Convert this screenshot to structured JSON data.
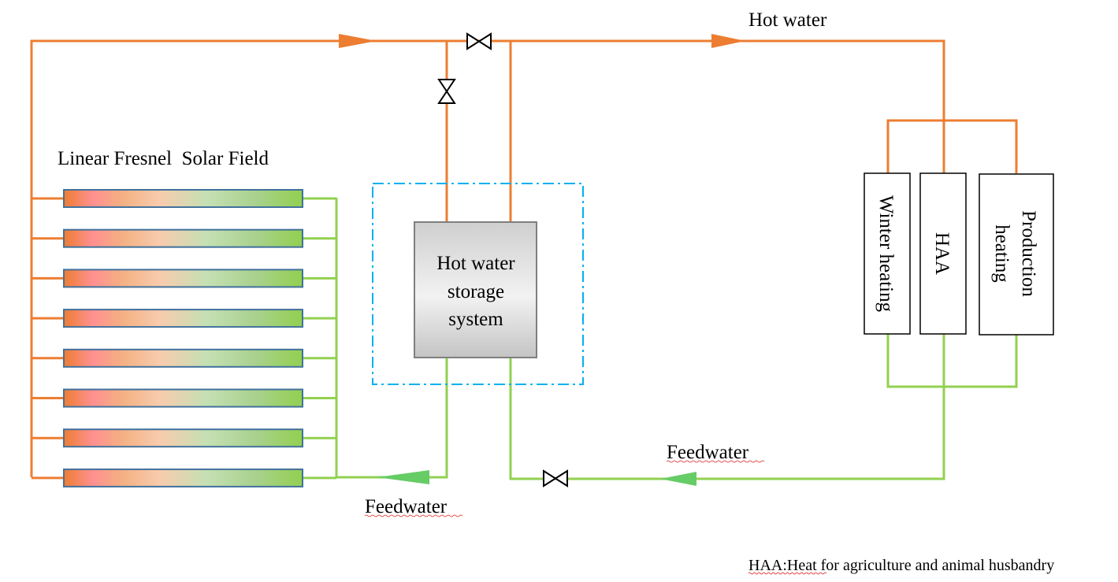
{
  "labels": {
    "hot_water": "Hot water",
    "solar_field": "Linear Fresnel  Solar Field",
    "storage_line1": "Hot water",
    "storage_line2": "storage",
    "storage_line3": "system",
    "feedwater_left": "Feedwater",
    "feedwater_right": "Feedwater",
    "consumer_winter": "Winter heating",
    "consumer_haa": "HAA",
    "consumer_production_line1": "Production",
    "consumer_production_line2": "heating",
    "footnote": "HAA:Heat for agriculture and animal husbandry"
  },
  "solar_field": {
    "collector_count": 8
  },
  "colors": {
    "hot_pipe": "#ed7d31",
    "cold_pipe": "#92d050",
    "cold_arrow": "#66cc66",
    "collector_border": "#41719c",
    "storage_boundary": "#00b0f0",
    "storage_border": "#7f7f7f",
    "valve": "#000000"
  }
}
